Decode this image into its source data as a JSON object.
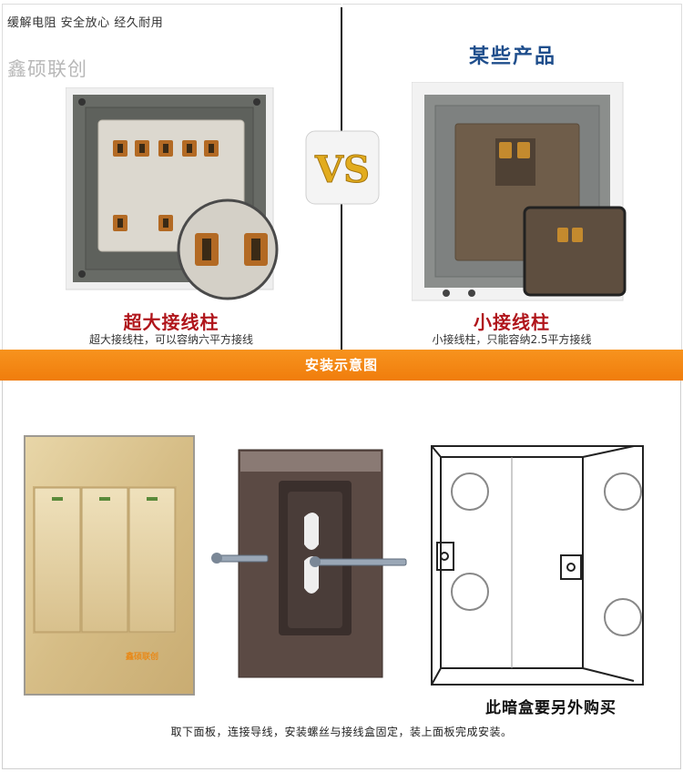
{
  "tagline": "缓解电阻  安全放心  经久耐用",
  "brand": "鑫硕联创",
  "vs_label": "VS",
  "comparison_header": "某些产品",
  "left_caption": {
    "title": "超大接线柱",
    "subtitle": "超大接线柱，可以容纳六平方接线"
  },
  "right_caption": {
    "title": "小接线柱",
    "subtitle": "小接线柱，只能容纳2.5平方接线"
  },
  "banner": "安装示意图",
  "box_note": "此暗盒要另外购买",
  "install_instructions": "取下面板，连接导线，安装螺丝与接线盒固定，装上面板完成安装。",
  "colors": {
    "accent_orange": "#f58a12",
    "caption_red": "#b0151b",
    "header_blue": "#1f4e8c",
    "gold": "#d9c08a"
  }
}
